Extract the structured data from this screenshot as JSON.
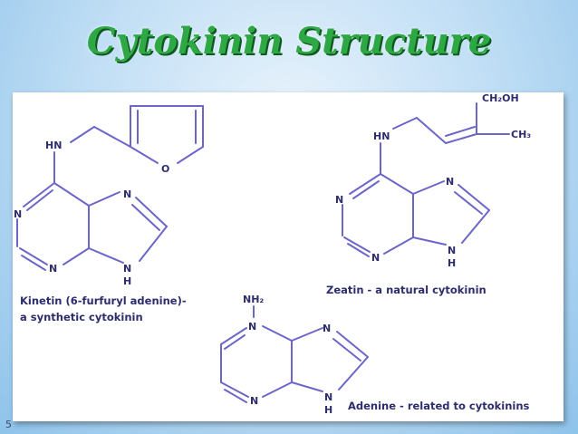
{
  "slide": {
    "title": "Cytokinin Structure",
    "page_number": "5"
  },
  "kinetin": {
    "caption_line1": "Kinetin (6-furfuryl adenine)-",
    "caption_line2": "a synthetic cytokinin",
    "atoms": {
      "hn": "HN",
      "o": "O",
      "n": "N",
      "h": "H"
    }
  },
  "zeatin": {
    "caption": "Zeatin - a natural cytokinin",
    "atoms": {
      "ch2oh": "CH₂OH",
      "ch3": "CH₃",
      "hn": "HN",
      "n": "N",
      "h": "H"
    }
  },
  "adenine": {
    "caption": "Adenine - related to cytokinins",
    "atoms": {
      "nh2": "NH₂",
      "n": "N",
      "h": "H"
    }
  },
  "colors": {
    "title": "#2ea844",
    "bond": "#6b66c8",
    "text": "#2d2d6e"
  }
}
